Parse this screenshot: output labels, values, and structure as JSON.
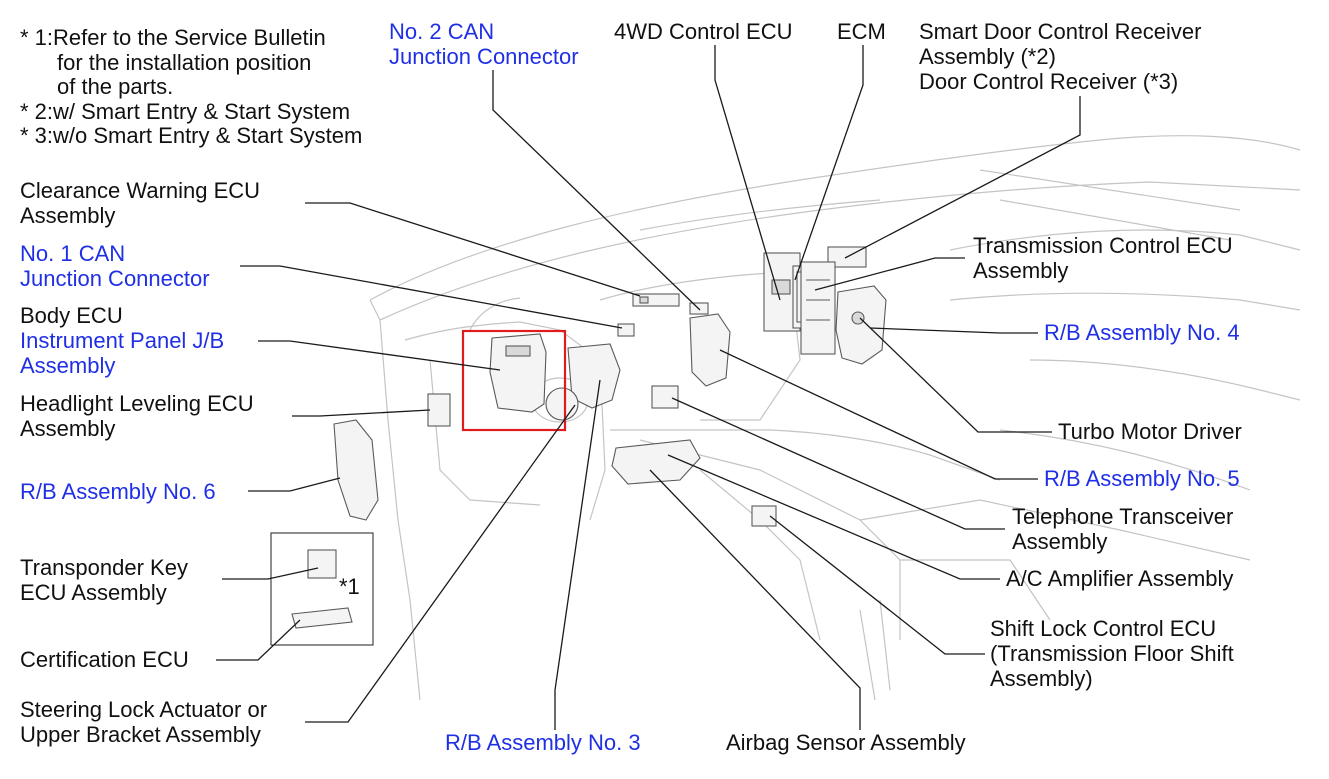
{
  "notes": [
    "* 1:Refer to the Service Bulletin",
    "for the installation position",
    "of the parts.",
    "* 2:w/ Smart Entry & Start System",
    "* 3:w/o Smart Entry & Start System"
  ],
  "inset_note": "*1",
  "labels": {
    "can2": [
      "No. 2 CAN",
      "Junction Connector"
    ],
    "ecu4wd": [
      "4WD Control ECU"
    ],
    "ecm": [
      "ECM"
    ],
    "smart_door": [
      "Smart Door Control Receiver",
      "Assembly (*2)",
      "Door Control Receiver (*3)"
    ],
    "clearance": [
      "Clearance Warning ECU",
      "Assembly"
    ],
    "can1": [
      "No. 1 CAN",
      "Junction Connector"
    ],
    "body_ecu": [
      "Body ECU"
    ],
    "ipjb": [
      "Instrument Panel J/B",
      "Assembly"
    ],
    "headlight": [
      "Headlight Leveling ECU",
      "Assembly"
    ],
    "rb6": [
      "R/B Assembly No. 6"
    ],
    "transponder": [
      "Transponder Key",
      "ECU Assembly"
    ],
    "certification": [
      "Certification ECU"
    ],
    "steering": [
      "Steering Lock Actuator or",
      "Upper Bracket Assembly"
    ],
    "rb3": [
      "R/B Assembly No. 3"
    ],
    "airbag": [
      "Airbag Sensor Assembly"
    ],
    "tcm": [
      "Transmission Control ECU",
      "Assembly"
    ],
    "rb4": [
      "R/B Assembly No. 4"
    ],
    "turbo": [
      "Turbo Motor Driver"
    ],
    "rb5": [
      "R/B Assembly No. 5"
    ],
    "telephone": [
      "Telephone Transceiver",
      "Assembly"
    ],
    "ac": [
      "A/C Amplifier Assembly"
    ],
    "shift": [
      "Shift Lock Control ECU",
      "(Transmission Floor Shift",
      "Assembly)"
    ]
  },
  "colors": {
    "link_blue": "#1f2fe6",
    "text": "#111111",
    "highlight_box": "#e01b1b",
    "leader": "#1a1a1a",
    "sketch": "#c4c4c4"
  },
  "highlight": "Instrument Panel J/B Assembly"
}
